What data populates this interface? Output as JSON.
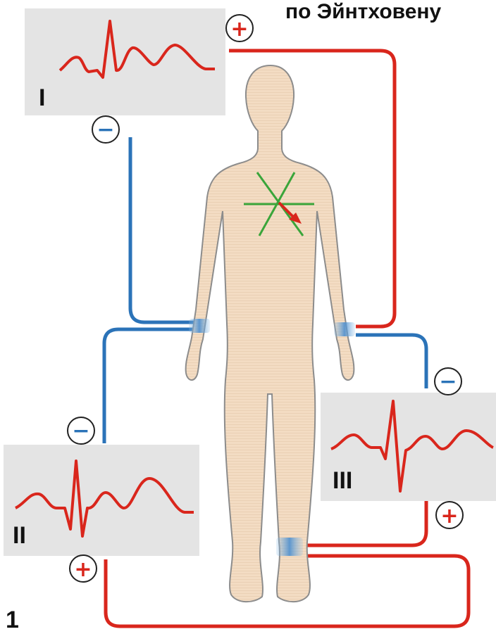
{
  "title": "по Эйнтховену",
  "figure_number": "1",
  "leads": [
    {
      "label": "I",
      "positive_sign": "+",
      "negative_sign": "−"
    },
    {
      "label": "II",
      "positive_sign": "+",
      "negative_sign": "−"
    },
    {
      "label": "III",
      "positive_sign": "+",
      "negative_sign": "−"
    }
  ],
  "colors": {
    "positive_wire": "#d9261c",
    "negative_wire": "#2b73b8",
    "ecg_trace": "#d9261c",
    "panel_bg": "#e4e4e4",
    "body_fill": "#f3dcc3",
    "body_outline": "#8c8c8c",
    "axis_lines": "#3aa53a",
    "heart_vector": "#d9261c"
  },
  "icons": [
    "plus-circle-icon",
    "minus-circle-icon",
    "heart-vector-arrow-icon",
    "electrode-band-icon"
  ]
}
